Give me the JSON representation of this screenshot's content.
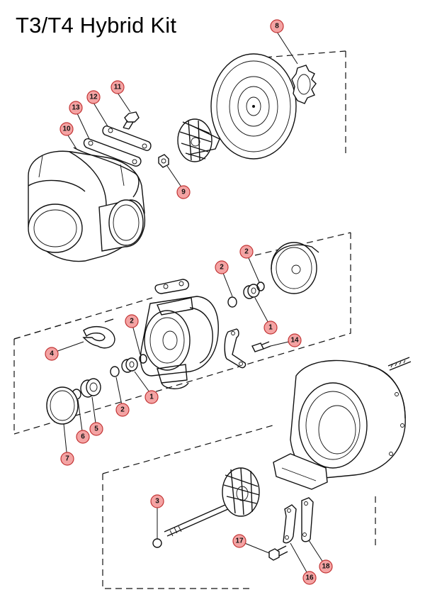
{
  "title": "T3/T4 Hybrid Kit",
  "callouts": [
    {
      "id": "8",
      "label": "8"
    },
    {
      "id": "11",
      "label": "11"
    },
    {
      "id": "12",
      "label": "12"
    },
    {
      "id": "13",
      "label": "13"
    },
    {
      "id": "10",
      "label": "10"
    },
    {
      "id": "9",
      "label": "9"
    },
    {
      "id": "2a",
      "label": "2"
    },
    {
      "id": "2b",
      "label": "2"
    },
    {
      "id": "1a",
      "label": "1"
    },
    {
      "id": "2c",
      "label": "2"
    },
    {
      "id": "14",
      "label": "14"
    },
    {
      "id": "4",
      "label": "4"
    },
    {
      "id": "1b",
      "label": "1"
    },
    {
      "id": "2d",
      "label": "2"
    },
    {
      "id": "5",
      "label": "5"
    },
    {
      "id": "6",
      "label": "6"
    },
    {
      "id": "7",
      "label": "7"
    },
    {
      "id": "3",
      "label": "3"
    },
    {
      "id": "17",
      "label": "17"
    },
    {
      "id": "16",
      "label": "16"
    },
    {
      "id": "18",
      "label": "18"
    }
  ]
}
